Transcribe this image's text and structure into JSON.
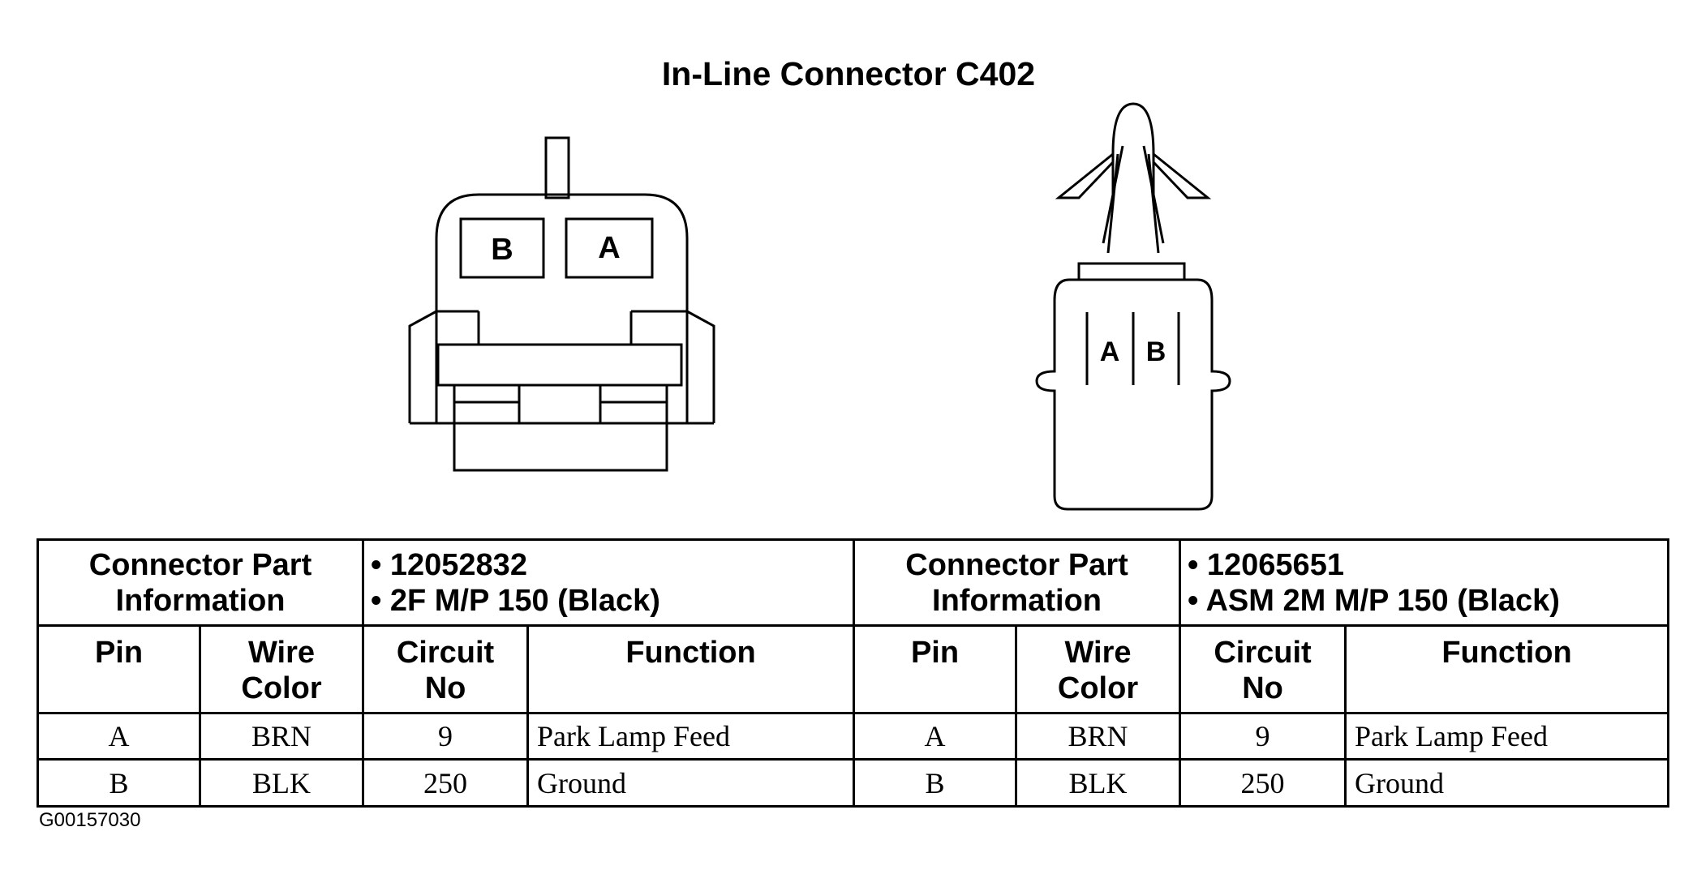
{
  "title": "In-Line Connector C402",
  "left_connector": {
    "pin_b": "B",
    "pin_a": "A"
  },
  "right_connector": {
    "pin_a": "A",
    "pin_b": "B"
  },
  "table": {
    "left": {
      "header": [
        "Connector Part",
        "Information"
      ],
      "info": [
        "• 12052832",
        "• 2F M/P 150 (Black)"
      ],
      "columns": {
        "pin": "Pin",
        "wire_color": [
          "Wire",
          "Color"
        ],
        "circuit_no": [
          "Circuit",
          "No"
        ],
        "function": "Function"
      },
      "rows": [
        {
          "pin": "A",
          "wire": "BRN",
          "circuit": "9",
          "function": "Park Lamp Feed"
        },
        {
          "pin": "B",
          "wire": "BLK",
          "circuit": "250",
          "function": "Ground"
        }
      ]
    },
    "right": {
      "header": [
        "Connector Part",
        "Information"
      ],
      "info": [
        "• 12065651",
        "• ASM 2M M/P 150 (Black)"
      ],
      "columns": {
        "pin": "Pin",
        "wire_color": [
          "Wire",
          "Color"
        ],
        "circuit_no": [
          "Circuit",
          "No"
        ],
        "function": "Function"
      },
      "rows": [
        {
          "pin": "A",
          "wire": "BRN",
          "circuit": "9",
          "function": "Park Lamp Feed"
        },
        {
          "pin": "B",
          "wire": "BLK",
          "circuit": "250",
          "function": "Ground"
        }
      ]
    }
  },
  "footer_code": "G00157030"
}
